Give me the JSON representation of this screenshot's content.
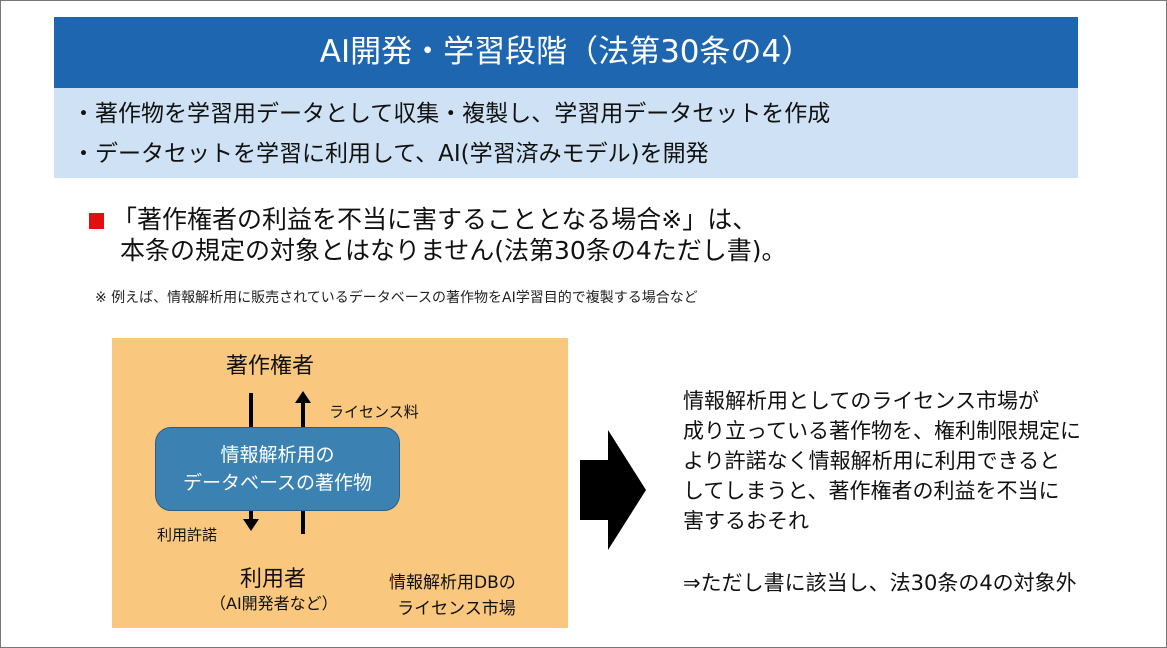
{
  "title": "AI開発・学習段階（法第30条の4）",
  "bullets": [
    "・著作物を学習用データとして収集・複製し、学習用データセットを作成",
    "・データセットを学習に利用して、AI(学習済みモデル)を開発"
  ],
  "main_lines": [
    "「著作権者の利益を不当に害することとなる場合※」は、",
    "本条の規定の対象とはなりません(法第30条の4ただし書)。"
  ],
  "note": "※ 例えば、情報解析用に販売されているデータベースの著作物をAI学習目的で複製する場合など",
  "diagram": {
    "rights_holder": "著作権者",
    "license_fee": "ライセンス料",
    "db_line1": "情報解析用の",
    "db_line2": "データベースの著作物",
    "permission": "利用許諾",
    "user": "利用者",
    "user_sub": "（AI開発者など）",
    "market_line1": "情報解析用DBの",
    "market_line2": "ライセンス市場"
  },
  "explanation": [
    "情報解析用としてのライセンス市場が",
    "成り立っている著作物を、権利制限規定に",
    "より許諾なく情報解析用に利用できると",
    "してしまうと、著作権者の利益を不当に",
    "害するおそれ"
  ],
  "conclusion": "⇒ただし書に該当し、法30条の4の対象外",
  "colors": {
    "header": "#1f66b0",
    "subheader": "#cfe2f5",
    "bullet_square": "#e01010",
    "diagram_bg": "#f9c77e",
    "db_box": "#3b82b3"
  }
}
